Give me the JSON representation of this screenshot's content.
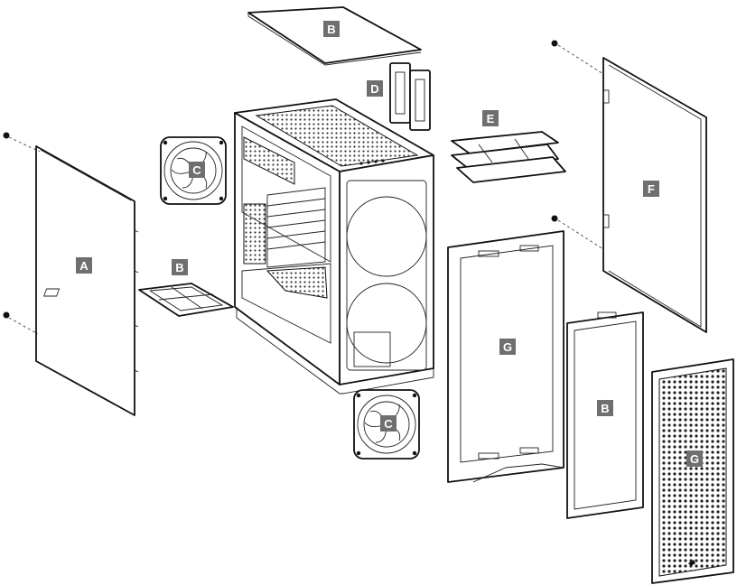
{
  "diagram": {
    "callouts": {
      "side_panel_left": "A",
      "top_filter": "B",
      "bottom_filter": "B",
      "front_filter": "B",
      "fan_top": "C",
      "fan_bottom": "C",
      "ssd_brackets": "D",
      "hdd_cage": "E",
      "side_panel_right": "F",
      "front_bezel": "G",
      "front_mesh": "G"
    },
    "colors": {
      "callout_fill": "#6f6f6f",
      "callout_text": "#ffffff",
      "line": "#111111",
      "mesh_dots": "#222222"
    }
  }
}
